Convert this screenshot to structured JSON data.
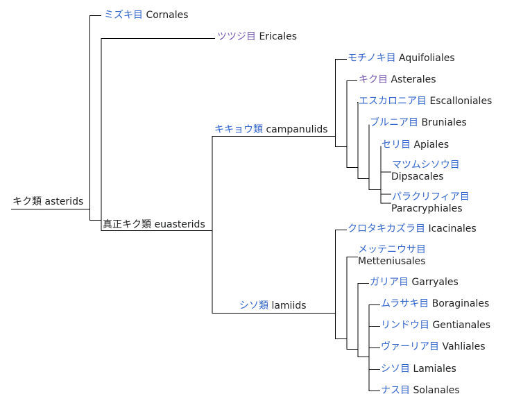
{
  "colors": {
    "line": "#000000",
    "link": "#3366cc",
    "visited_link": "#795cb2",
    "text": "#202122"
  },
  "root": {
    "ja": "キク類",
    "en": "asterids"
  },
  "cornales": {
    "ja": "ミズキ目",
    "en": "Cornales"
  },
  "ericales": {
    "ja": "ツツジ目",
    "en": "Ericales"
  },
  "euasterids": {
    "ja": "真正キク類",
    "en": "euasterids"
  },
  "campanulids": {
    "ja": "キキョウ類",
    "en": "campanulids"
  },
  "aquifoliales": {
    "ja": "モチノキ目",
    "en": "Aquifoliales"
  },
  "asterales": {
    "ja": "キク目",
    "en": "Asterales"
  },
  "escalloniales": {
    "ja": "エスカロニア目",
    "en": "Escalloniales"
  },
  "bruniales": {
    "ja": "ブルニア目",
    "en": "Bruniales"
  },
  "apiales": {
    "ja": "セリ目",
    "en": "Apiales"
  },
  "dipsacales": {
    "ja": "マツムシソウ目",
    "en": "Dipsacales"
  },
  "paracryphiales": {
    "ja": "パラクリフィア目",
    "en": "Paracryphiales"
  },
  "lamiids": {
    "ja": "シソ類",
    "en": "lamiids"
  },
  "icacinales": {
    "ja": "クロタキカズラ目",
    "en": "Icacinales"
  },
  "metteniusales": {
    "ja": "メッテニウサ目",
    "en": "Metteniusales"
  },
  "garryales": {
    "ja": "ガリア目",
    "en": "Garryales"
  },
  "boraginales": {
    "ja": "ムラサキ目",
    "en": "Boraginales"
  },
  "gentianales": {
    "ja": "リンドウ目",
    "en": "Gentianales"
  },
  "vahliales": {
    "ja": "ヴァーリア目",
    "en": "Vahliales"
  },
  "lamiales": {
    "ja": "シソ目",
    "en": "Lamiales"
  },
  "solanales": {
    "ja": "ナス目",
    "en": "Solanales"
  }
}
